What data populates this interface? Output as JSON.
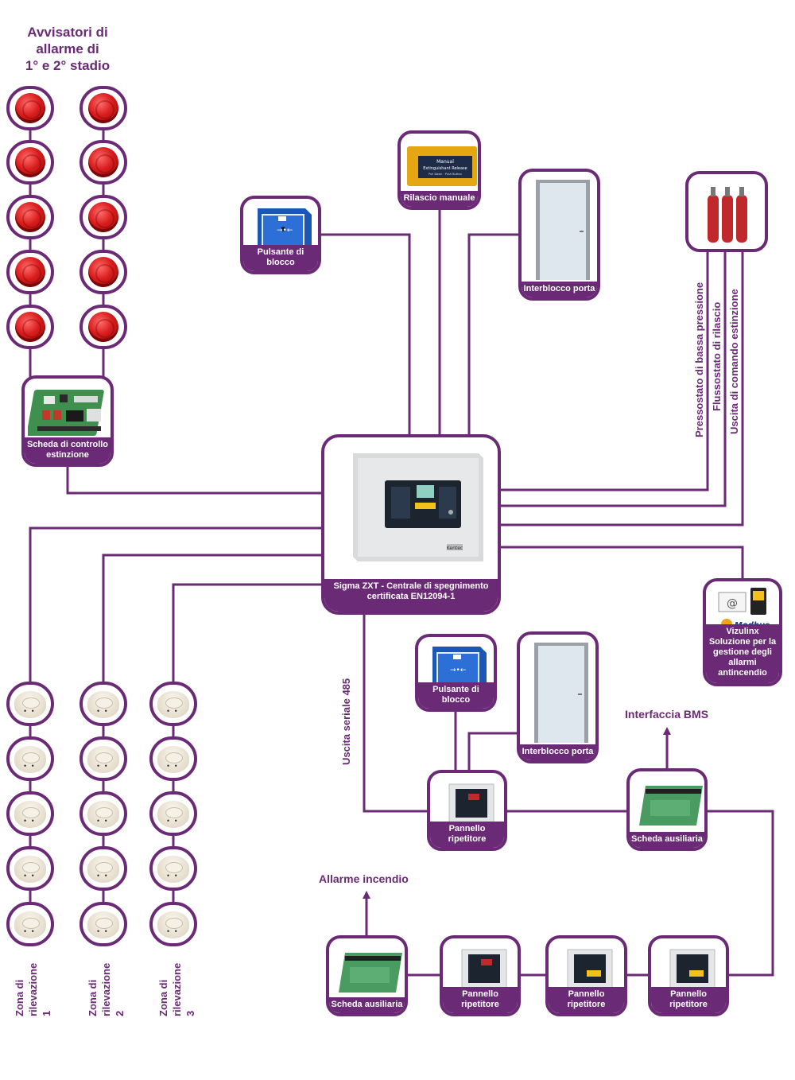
{
  "title": {
    "line1": "Avvisatori di",
    "line2": "allarme di",
    "line3": "1° e 2° stadio"
  },
  "central": {
    "label_line1": "Sigma ZXT - Centrale di spegnimento",
    "label_line2": "certificata EN12094-1",
    "brand": "Kentec"
  },
  "devices": {
    "pulsante_top": "Pulsante di blocco",
    "rilascio": "Rilascio manuale",
    "rilascio_sign_line1": "Manual",
    "rilascio_sign_line2": "Extinguishant Release",
    "rilascio_sign_line3": "Pull Down · Push Button",
    "interblocco_top": "Interblocco porta",
    "scheda_controllo": "Scheda di controllo estinzione",
    "vizulinx": "Vizulinx Soluzione per la gestione degli allarmi antincendio",
    "modbus": "Modbus",
    "pulsante_mid": "Pulsante di blocco",
    "interblocco_mid": "Interblocco porta",
    "pannello_1": "Pannello ripetitore",
    "scheda_aux_1": "Scheda ausiliaria",
    "scheda_aux_2": "Scheda ausiliaria",
    "pannello_2": "Pannello ripetitore",
    "pannello_3": "Pannello ripetitore",
    "pannello_4": "Pannello ripetitore"
  },
  "labels": {
    "pressostato": "Pressostato di bassa pressione",
    "flussostato": "Flussostato di rilascio",
    "uscita_comando": "Uscita di comando estinzione",
    "uscita_seriale": "Uscita seriale 485",
    "interfaccia_bms": "Interfaccia BMS",
    "allarme_incendio": "Allarme incendio"
  },
  "zones": {
    "z1": "Zona di rilevazione 1",
    "z2": "Zona di rilevazione 2",
    "z3": "Zona di rilevazione 3"
  },
  "colors": {
    "accent": "#6b2a75"
  }
}
